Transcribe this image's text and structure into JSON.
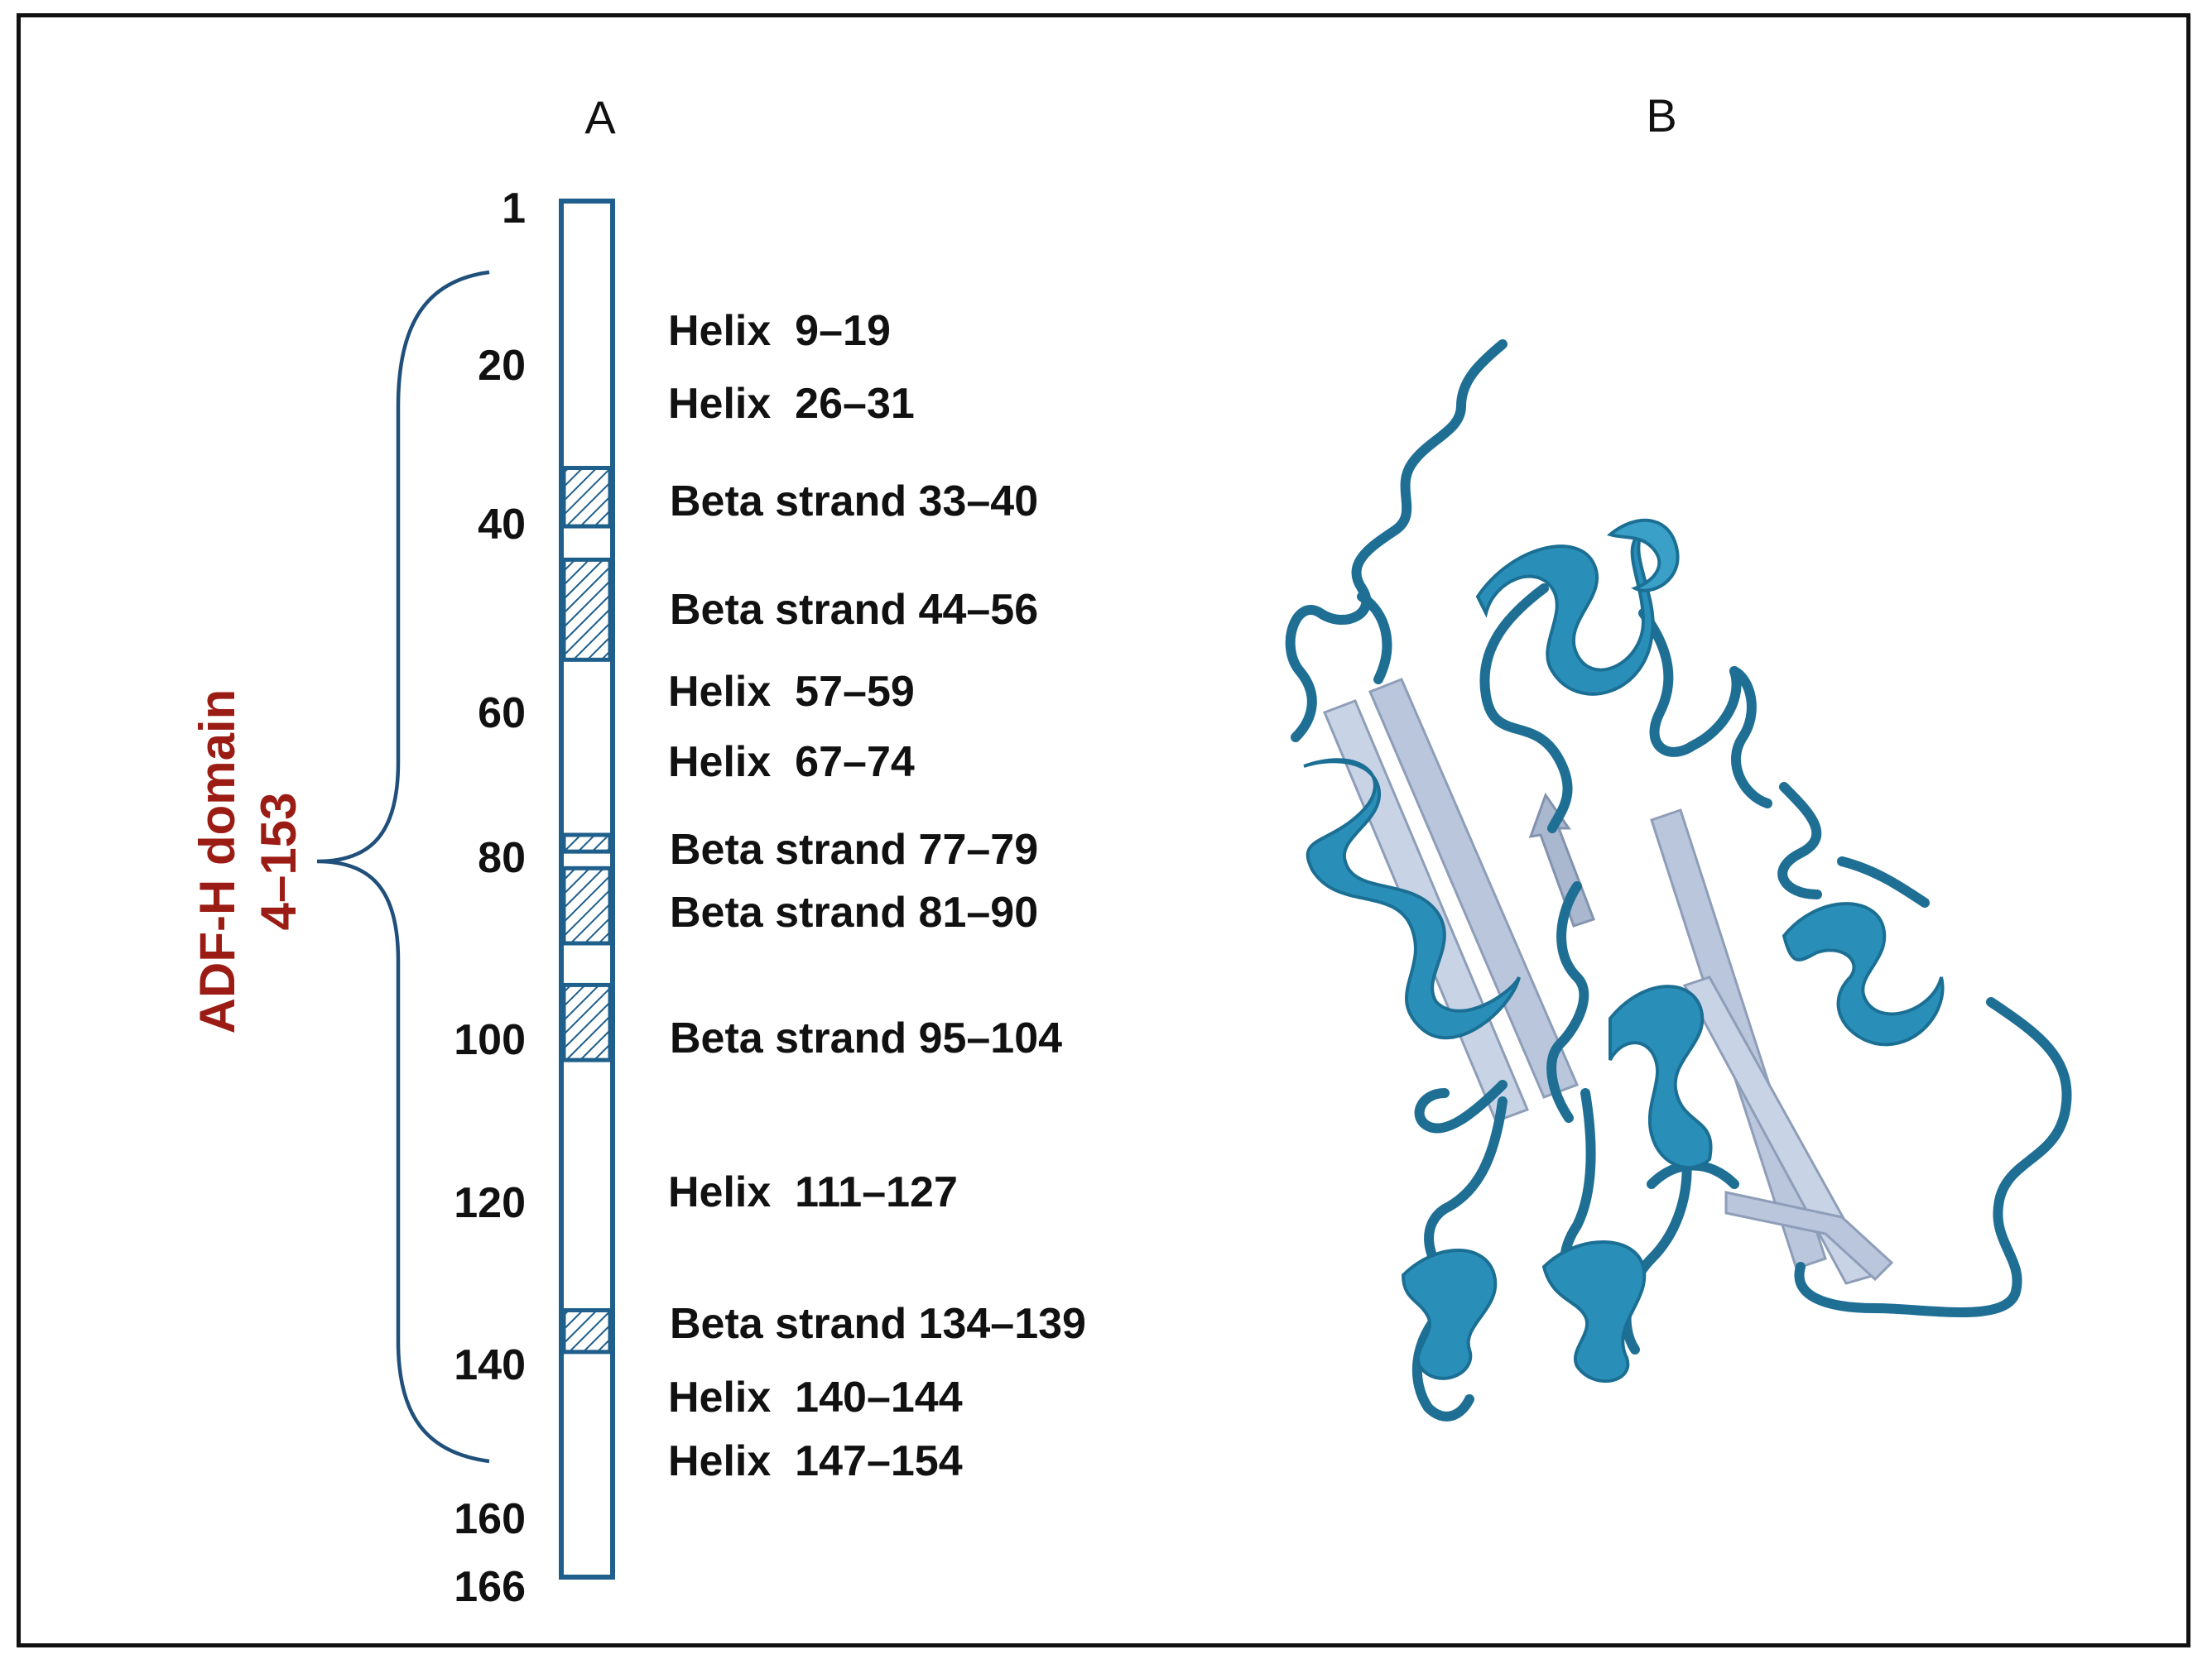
{
  "panels": {
    "a_label": "A",
    "b_label": "B"
  },
  "sequence_bar": {
    "start": 1,
    "end": 166,
    "position_labels": [
      "1",
      "20",
      "40",
      "60",
      "80",
      "100",
      "120",
      "140",
      "160",
      "166"
    ],
    "beta_strands": [
      {
        "start": 33,
        "end": 40
      },
      {
        "start": 44,
        "end": 56
      },
      {
        "start": 77,
        "end": 79
      },
      {
        "start": 81,
        "end": 90
      },
      {
        "start": 95,
        "end": 104
      },
      {
        "start": 134,
        "end": 139
      }
    ]
  },
  "features": [
    {
      "label": "Helix  9–19"
    },
    {
      "label": "Helix  26–31"
    },
    {
      "label": "Beta strand 33–40"
    },
    {
      "label": "Beta strand 44–56"
    },
    {
      "label": "Helix  57–59"
    },
    {
      "label": "Helix  67–74"
    },
    {
      "label": "Beta strand 77–79"
    },
    {
      "label": "Beta strand 81–90"
    },
    {
      "label": "Beta strand 95–104"
    },
    {
      "label": "Helix  111–127"
    },
    {
      "label": "Beta strand 134–139"
    },
    {
      "label": "Helix  140–144"
    },
    {
      "label": "Helix  147–154"
    }
  ],
  "domain": {
    "line1": "ADF-H domain",
    "line2": "4–153"
  },
  "colors": {
    "bar_outline": "#1f5f8b",
    "domain_text": "#9b1c14",
    "helix": "#2a8fb8",
    "strand": "#b9c6dc",
    "loop": "#1f6f95"
  }
}
